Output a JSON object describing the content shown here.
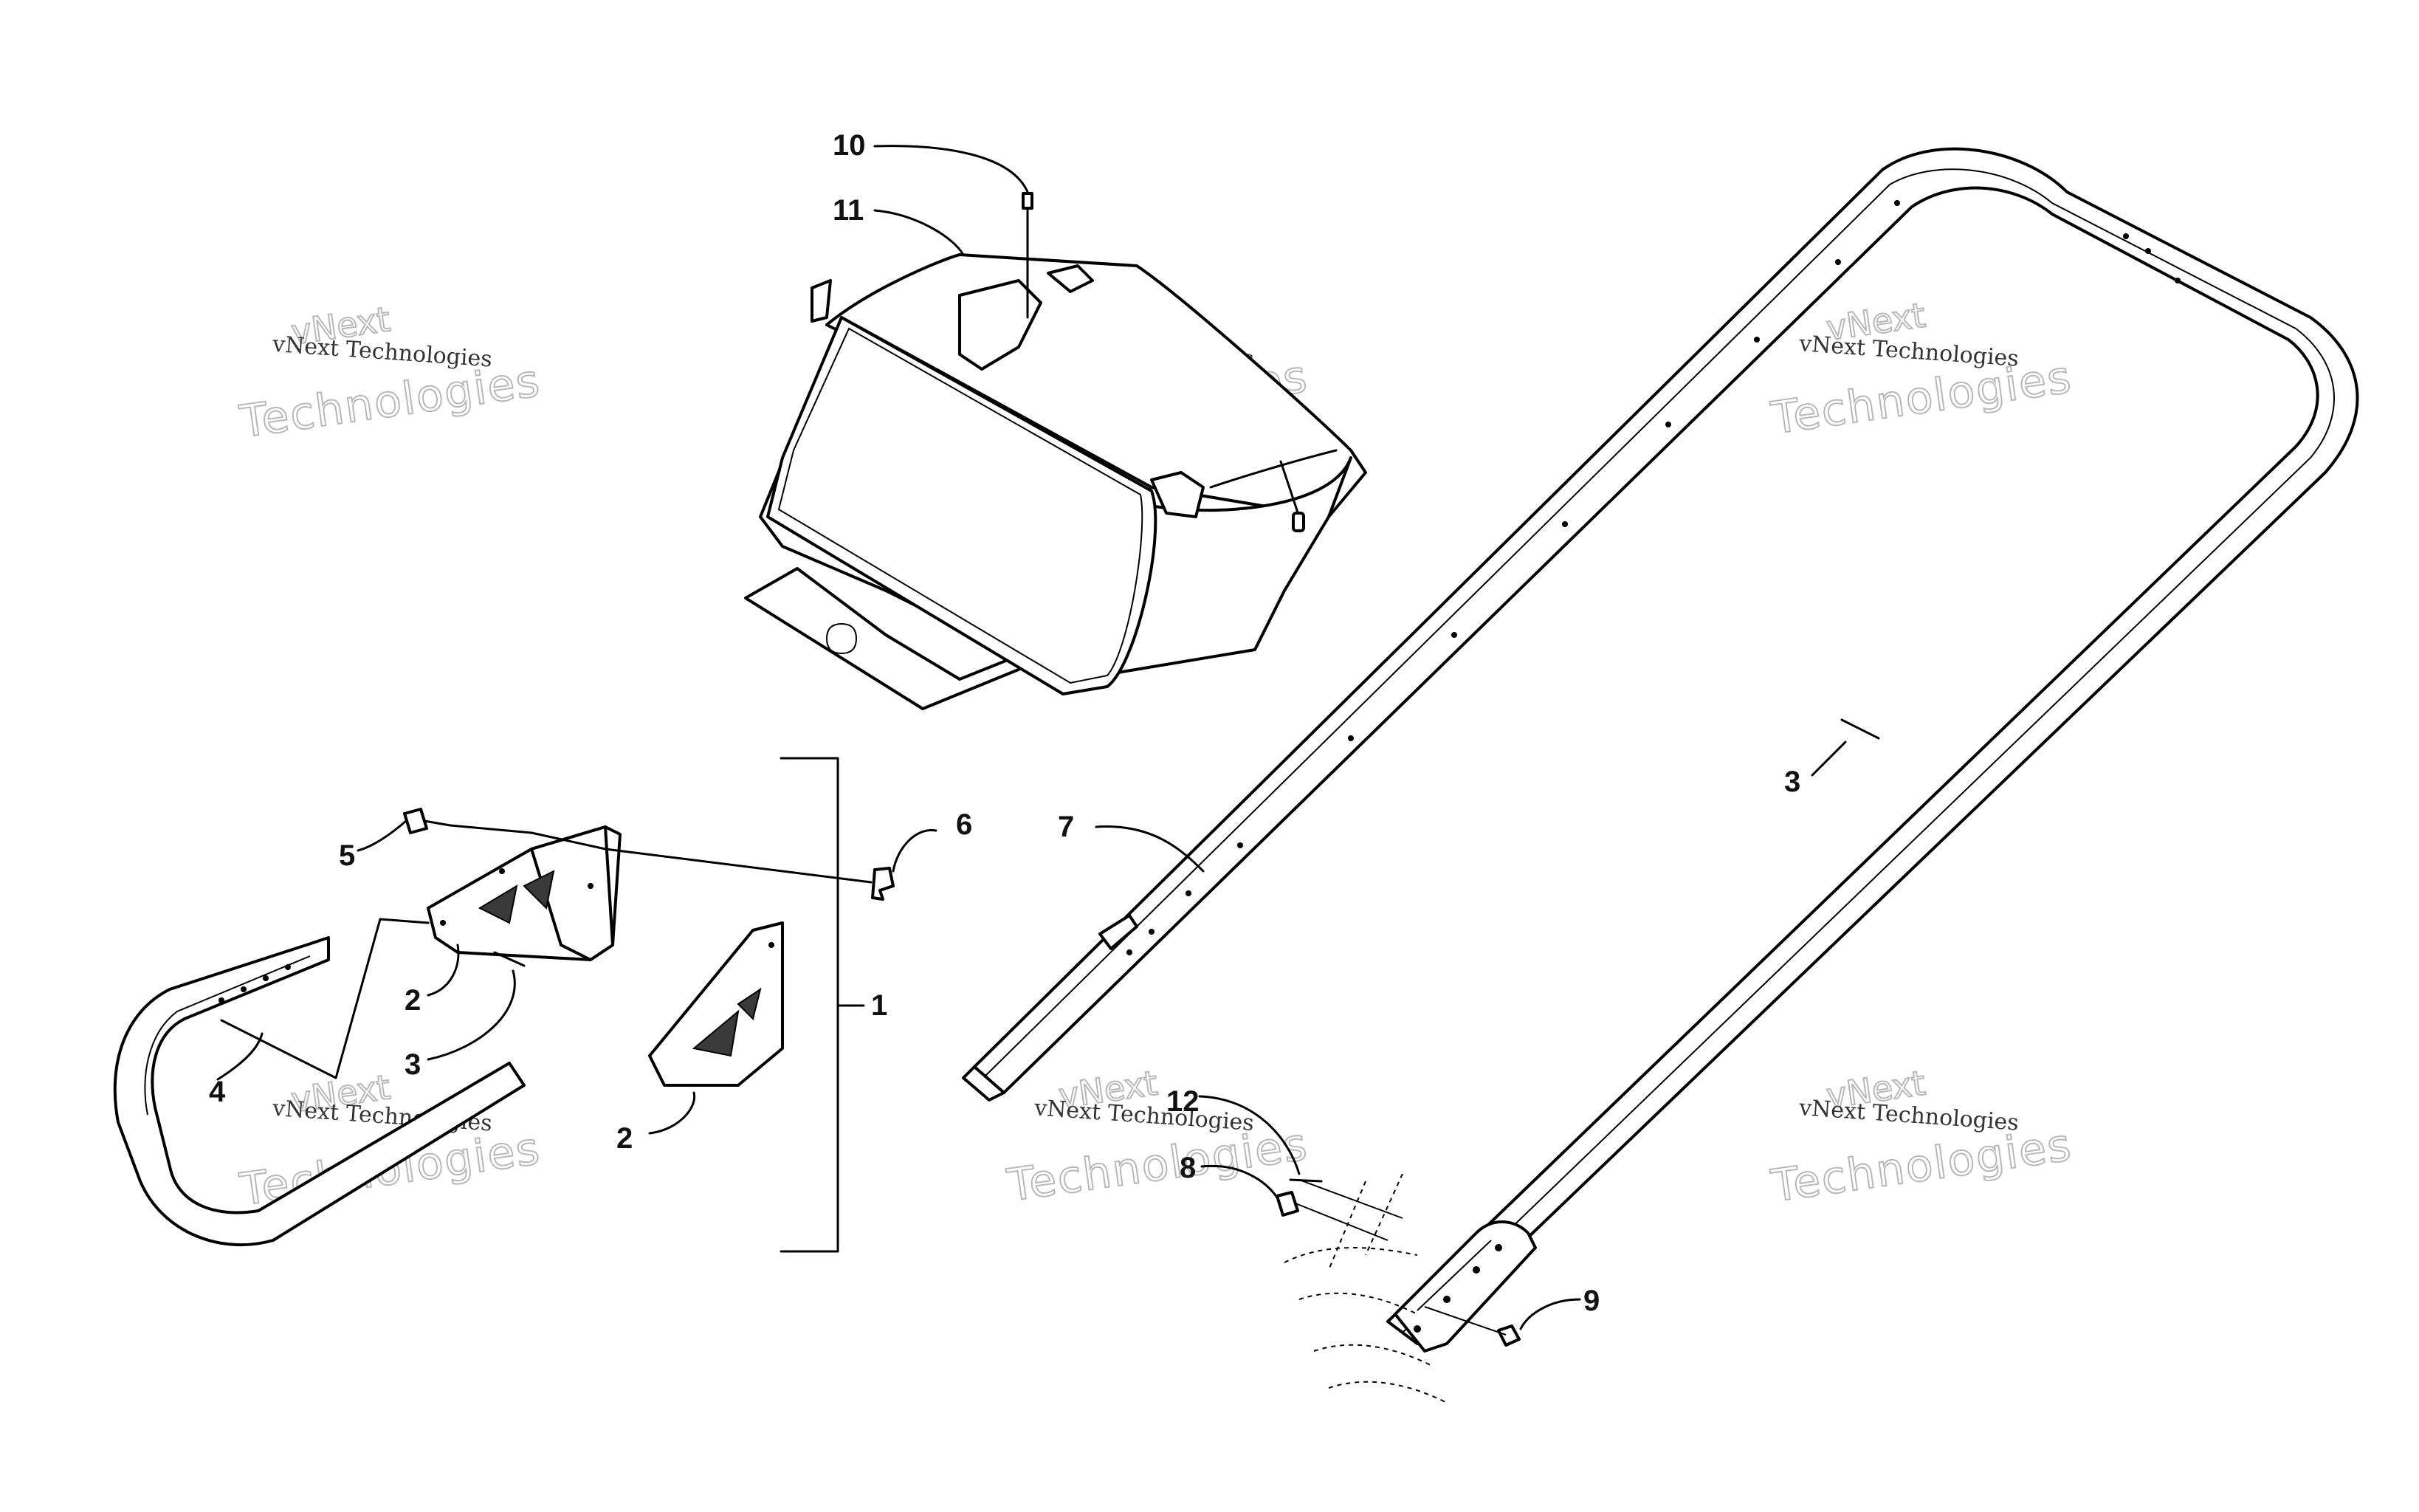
{
  "callouts": {
    "c10": "10",
    "c11": "11",
    "c7": "7",
    "c3_right": "3",
    "c6": "6",
    "c5": "5",
    "c2_upper": "2",
    "c3_left": "3",
    "c1": "1",
    "c4": "4",
    "c2_lower": "2",
    "c12": "12",
    "c8": "8",
    "c9": "9"
  },
  "watermark": {
    "line1": "vNext Technologies",
    "top": "vNext",
    "bottom": "Technologies"
  },
  "colors": {
    "ink": "#000000",
    "watermark": "#b8b8b8",
    "background": "#ffffff"
  }
}
